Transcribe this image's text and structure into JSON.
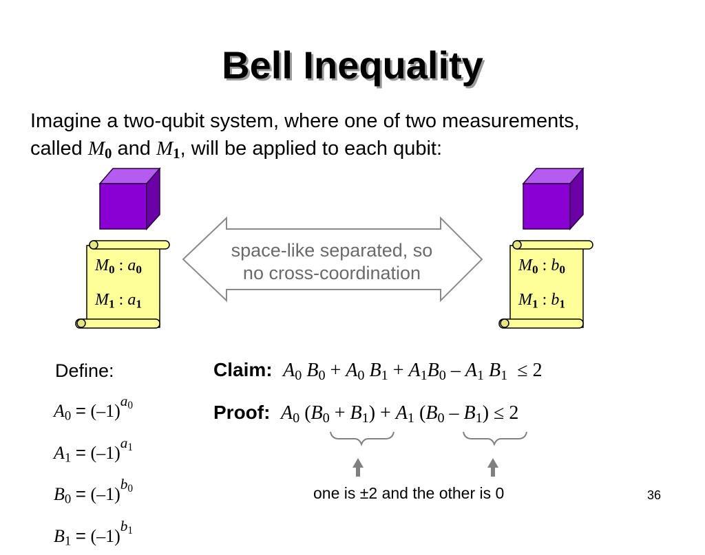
{
  "title": "Bell Inequality",
  "intro": {
    "line1": "Imagine a two-qubit system, where one of two measurements,",
    "line2_pre": "called",
    "and": "and",
    "line2_post": ", will be applied to each qubit:"
  },
  "arrow": {
    "line1": "space-like separated, so",
    "line2": "no cross-coordination"
  },
  "left_scroll": {
    "row1": {
      "var": "a",
      "index": "0"
    },
    "row2": {
      "var": "a",
      "index": "1"
    }
  },
  "right_scroll": {
    "row1": {
      "var": "b",
      "index": "0"
    },
    "row2": {
      "var": "b",
      "index": "1"
    }
  },
  "define": {
    "label": "Define:",
    "lines": [
      {
        "lhs": "A",
        "idx": "0",
        "exp": "a",
        "exp_idx": "0"
      },
      {
        "lhs": "A",
        "idx": "1",
        "exp": "a",
        "exp_idx": "1"
      },
      {
        "lhs": "B",
        "idx": "0",
        "exp": "b",
        "exp_idx": "0"
      },
      {
        "lhs": "B",
        "idx": "1",
        "exp": "b",
        "exp_idx": "1"
      }
    ],
    "base": "(–1)"
  },
  "claim": {
    "label": "Claim:",
    "rhs": "≤ 2"
  },
  "proof": {
    "label": "Proof:",
    "rhs": "≤ 2"
  },
  "bottom_note": "one is ±2 and the other is 0",
  "page_number": "36",
  "colors": {
    "cube": "#8a00d4",
    "scroll": "#ffff99",
    "arrow_text": "#6a6a6a",
    "accent_arrow": "#808080"
  }
}
